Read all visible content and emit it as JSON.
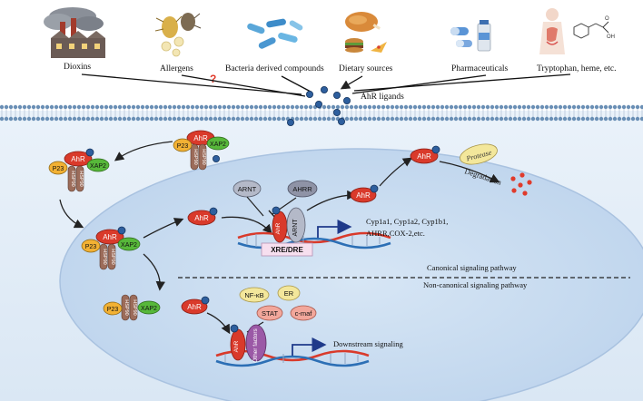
{
  "sources": {
    "dioxins": "Dioxins",
    "allergens": "Allergens",
    "question_mark": "?",
    "bacteria": "Bacteria derived compounds",
    "dietary": "Dietary sources",
    "pharmaceuticals": "Pharmaceuticals",
    "tryptophan": "Tryptophan, heme, etc."
  },
  "ligand_label": "AhR ligands",
  "proteins": {
    "ahr": "AhR",
    "p23": "P23",
    "xap2": "XAP2",
    "hsp90": "HSP90",
    "arnt": "ARNT",
    "ahrr": "AHRR",
    "protease": "Protease",
    "nfkb": "NF-κB",
    "er": "ER",
    "stat": "STAT",
    "cmaf": "c-maf",
    "other_factors": "Other factors"
  },
  "labels": {
    "degradation": "Degradation",
    "xre": "XRE/DRE",
    "target_genes_line1": "Cyp1a1, Cyp1a2, Cyp1b1,",
    "target_genes_line2": "AHRR,COX-2,etc.",
    "canonical": "Canonical signaling pathway",
    "non_canonical": "Non-canonical signaling pathway",
    "downstream": "Downstream signaling"
  },
  "colors": {
    "ahr": "#d93a2b",
    "p23": "#f2b134",
    "xap2": "#57b83a",
    "hsp90": "#9c6c5a",
    "ligand": "#2e5f9e",
    "arnt": "#b4b9c8",
    "other": "#9b59a6",
    "nucleus": "#c6daf0",
    "cytoplasm": "#e3eef8",
    "dna_red": "#d93a2b",
    "dna_blue": "#2c6fb5",
    "arrow": "#1f3a8a"
  }
}
